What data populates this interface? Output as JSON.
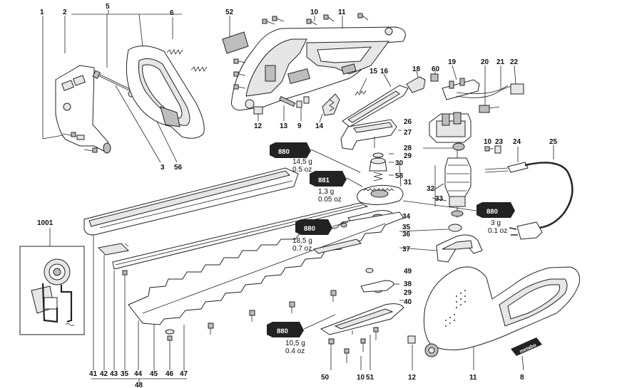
{
  "labels": {
    "p1": "1",
    "p2": "2",
    "p5": "5",
    "p6": "6",
    "p52": "52",
    "p10a": "10",
    "p11a": "11",
    "p15": "15",
    "p16": "16",
    "p18": "18",
    "p60": "60",
    "p19": "19",
    "p20": "20",
    "p21": "21",
    "p22": "22",
    "p12a": "12",
    "p13": "13",
    "p9": "9",
    "p14": "14",
    "p26": "26",
    "p27": "27",
    "p3": "3",
    "p56": "56",
    "p28": "28",
    "p29a": "29",
    "p30": "30",
    "p58": "58",
    "p31": "31",
    "p10b": "10",
    "p23": "23",
    "p24": "24",
    "p25": "25",
    "p32": "32",
    "p33": "33",
    "p34": "34",
    "p35a": "35",
    "p36": "36",
    "p37": "37",
    "p1001": "1001",
    "p49": "49",
    "p38": "38",
    "p29b": "29",
    "p40": "40",
    "b41": "41",
    "b42": "42",
    "b43": "43",
    "b35": "35",
    "b44": "44",
    "b45": "45",
    "b46": "46",
    "b47": "47",
    "b48": "48",
    "b50": "50",
    "b10": "10",
    "b51": "51",
    "b12": "12",
    "b11": "11",
    "b8": "8"
  },
  "grease": [
    {
      "code": "880",
      "amount": "14,5 g",
      "oz": "0.5 oz"
    },
    {
      "code": "881",
      "amount": "1,3 g",
      "oz": "0.05 oz"
    },
    {
      "code": "880",
      "amount": "3 g",
      "oz": "0.1 oz"
    },
    {
      "code": "880",
      "amount": "18,5 g",
      "oz": "0.7 oz"
    },
    {
      "code": "880",
      "amount": "10,5 g",
      "oz": "0.4 oz"
    }
  ],
  "brand": "metabo"
}
